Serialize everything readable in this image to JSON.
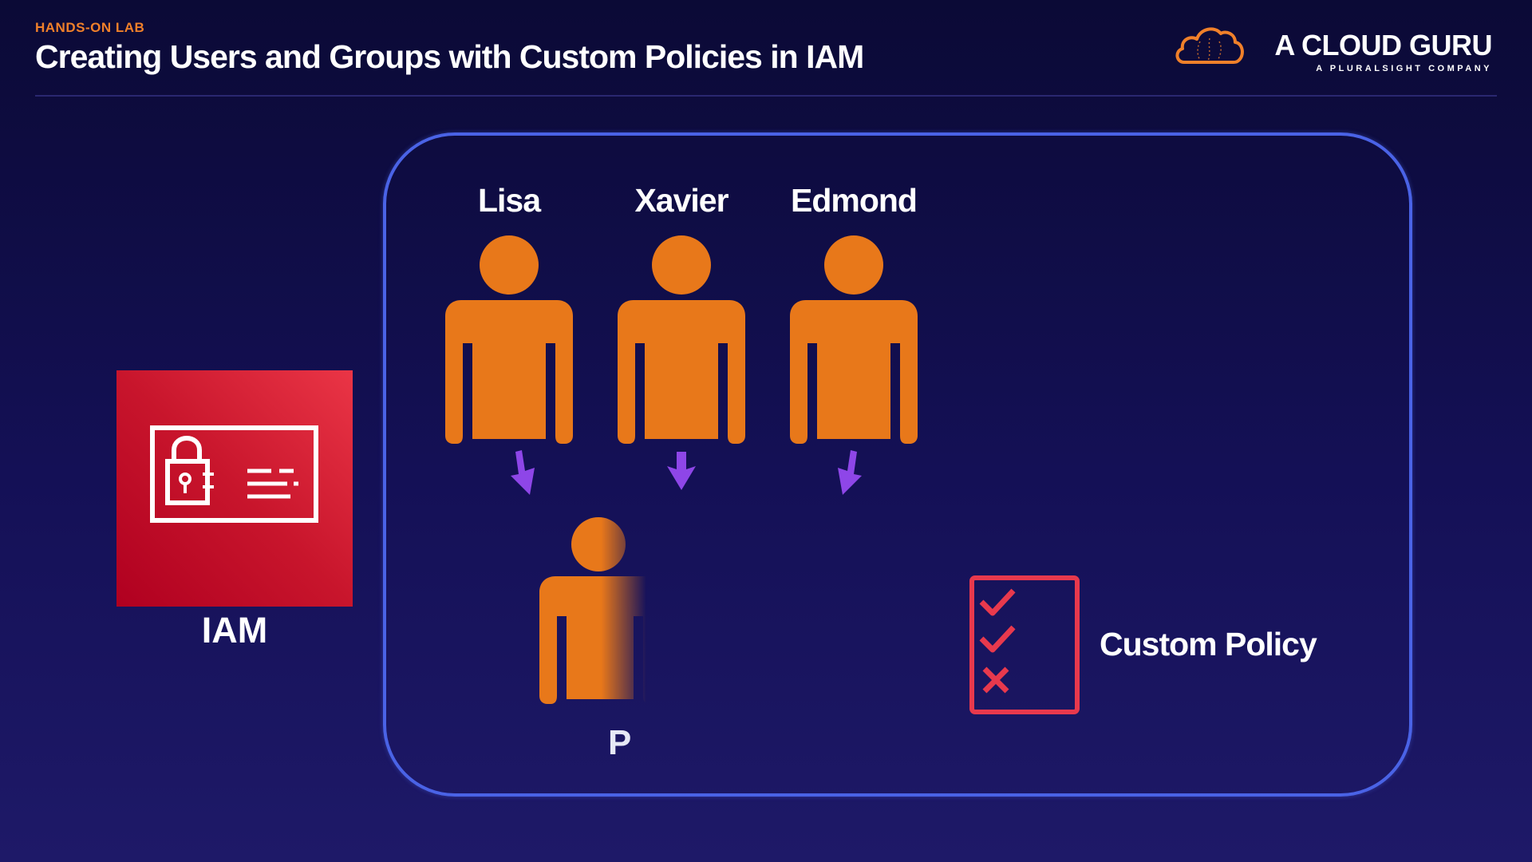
{
  "header": {
    "eyebrow": "HANDS-ON LAB",
    "title": "Creating Users and Groups with Custom Policies in IAM"
  },
  "brand": {
    "name": "A CLOUD GURU",
    "tagline": "A PLURALSIGHT COMPANY"
  },
  "iam": {
    "label": "IAM"
  },
  "users": [
    {
      "name": "Lisa"
    },
    {
      "name": "Xavier"
    },
    {
      "name": "Edmond"
    }
  ],
  "partial_user": {
    "label": "P"
  },
  "policy": {
    "label": "Custom Policy"
  },
  "colors": {
    "background": "#0b0a36",
    "accent_orange": "#f0802a",
    "user_orange": "#e8781a",
    "arrow_purple": "#8e46e8",
    "frame_blue": "#4a63e6",
    "iam_red": "#c8152c",
    "policy_red": "#e8394d"
  },
  "icons": {
    "brand": "cloud-logo-icon",
    "iam": "id-card-lock-icon",
    "user": "person-icon",
    "arrow": "arrow-down-icon",
    "policy": "checklist-icon"
  }
}
